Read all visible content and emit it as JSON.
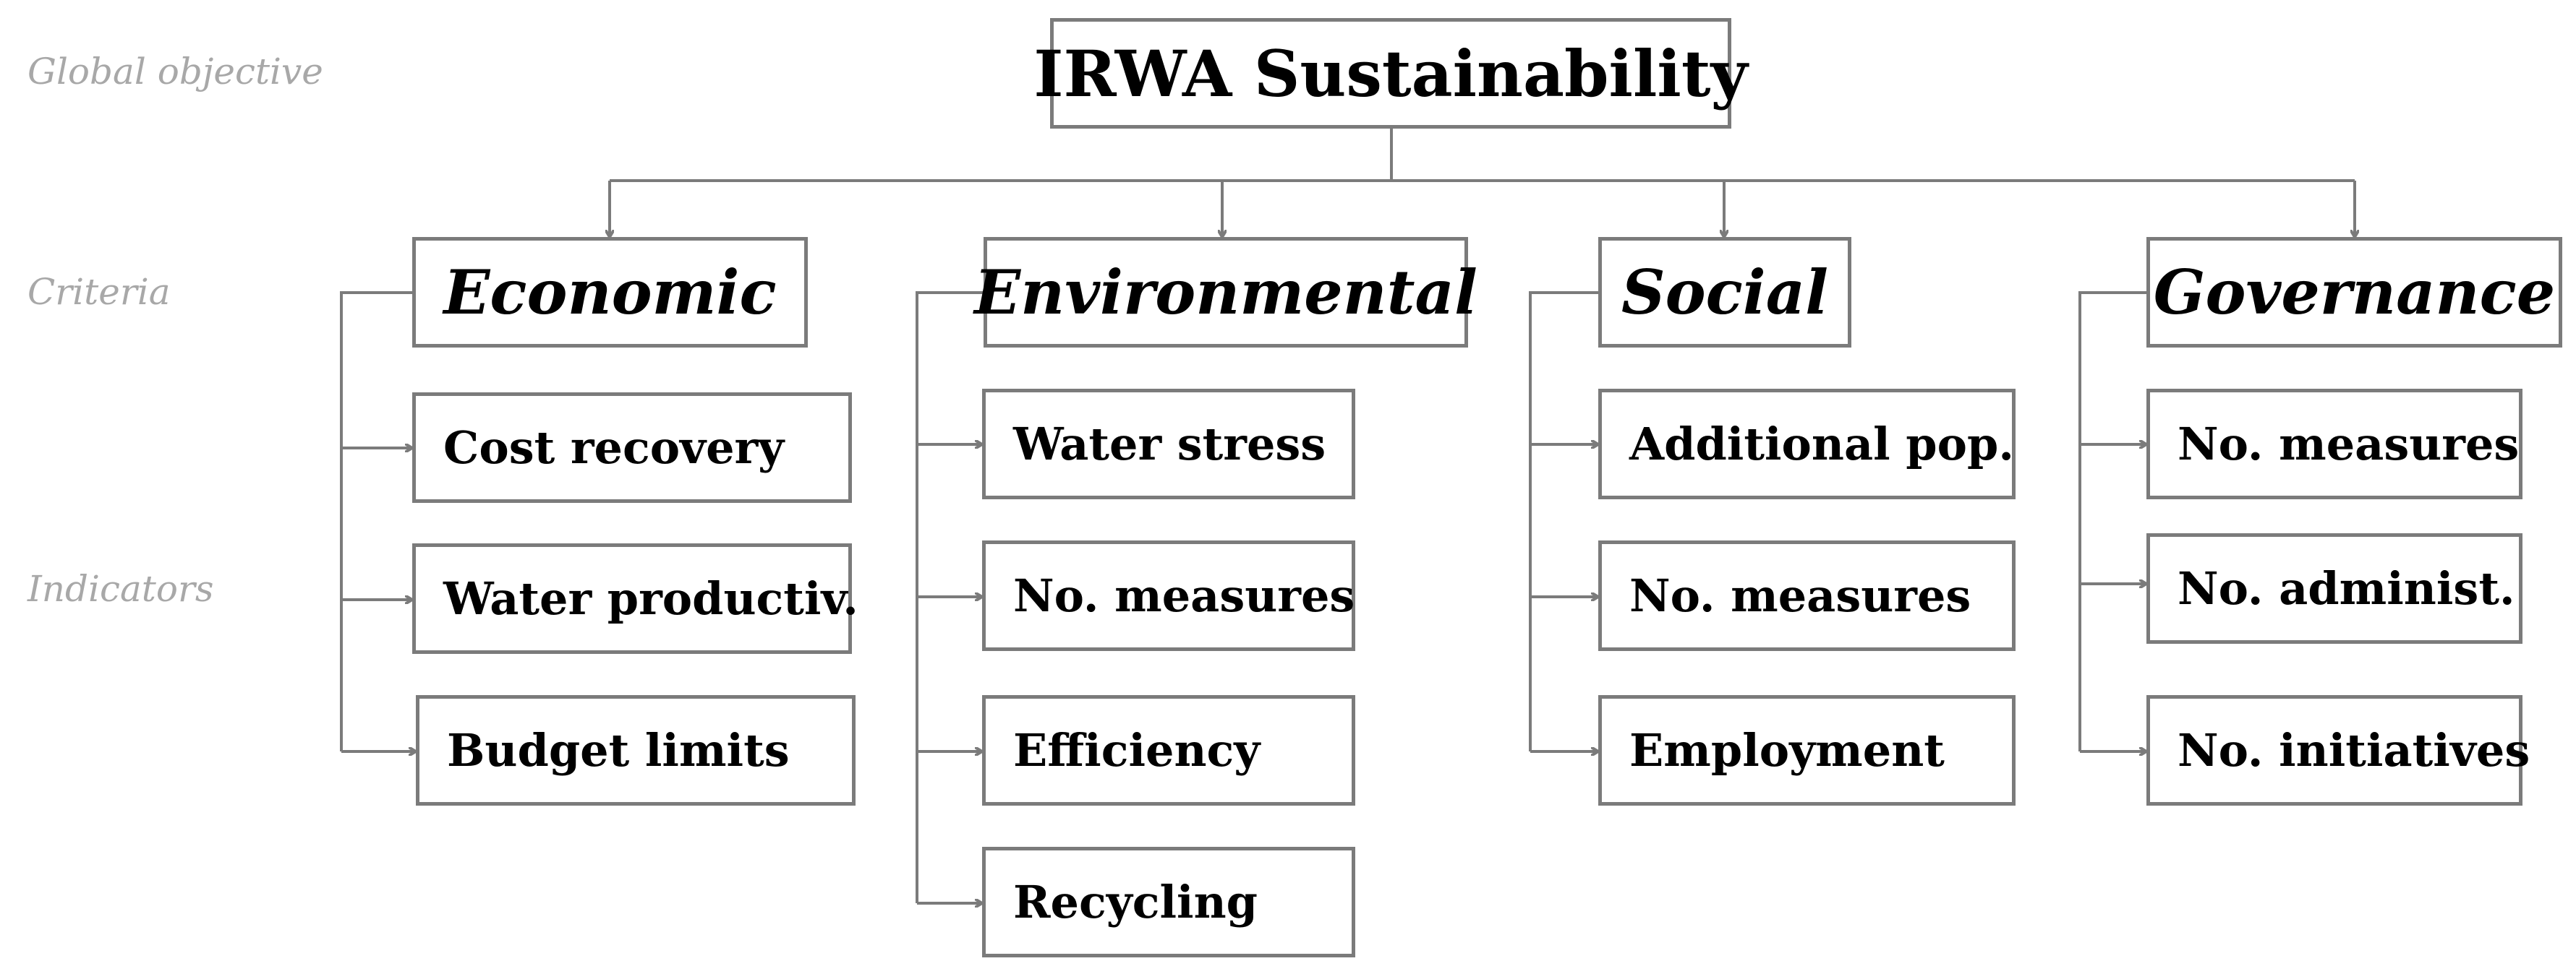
{
  "level_labels": {
    "global": "Global objective",
    "criteria": "Criteria",
    "indicators": "Indicators"
  },
  "root": "IRWA Sustainability",
  "criteria": [
    {
      "name": "Economic",
      "indicators": [
        "Cost recovery",
        "Water productiv.",
        "Budget limits"
      ]
    },
    {
      "name": "Environmental",
      "indicators": [
        "Water stress",
        "No. measures",
        "Efficiency",
        "Recycling"
      ]
    },
    {
      "name": "Social",
      "indicators": [
        "Additional pop.",
        "No. measures",
        "Employment"
      ]
    },
    {
      "name": "Governance",
      "indicators": [
        "No. measures",
        "No. administ.",
        "No. initiatives"
      ]
    }
  ],
  "colors": {
    "stroke": "#7b7b7b",
    "level_label": "#a8a8a8"
  }
}
